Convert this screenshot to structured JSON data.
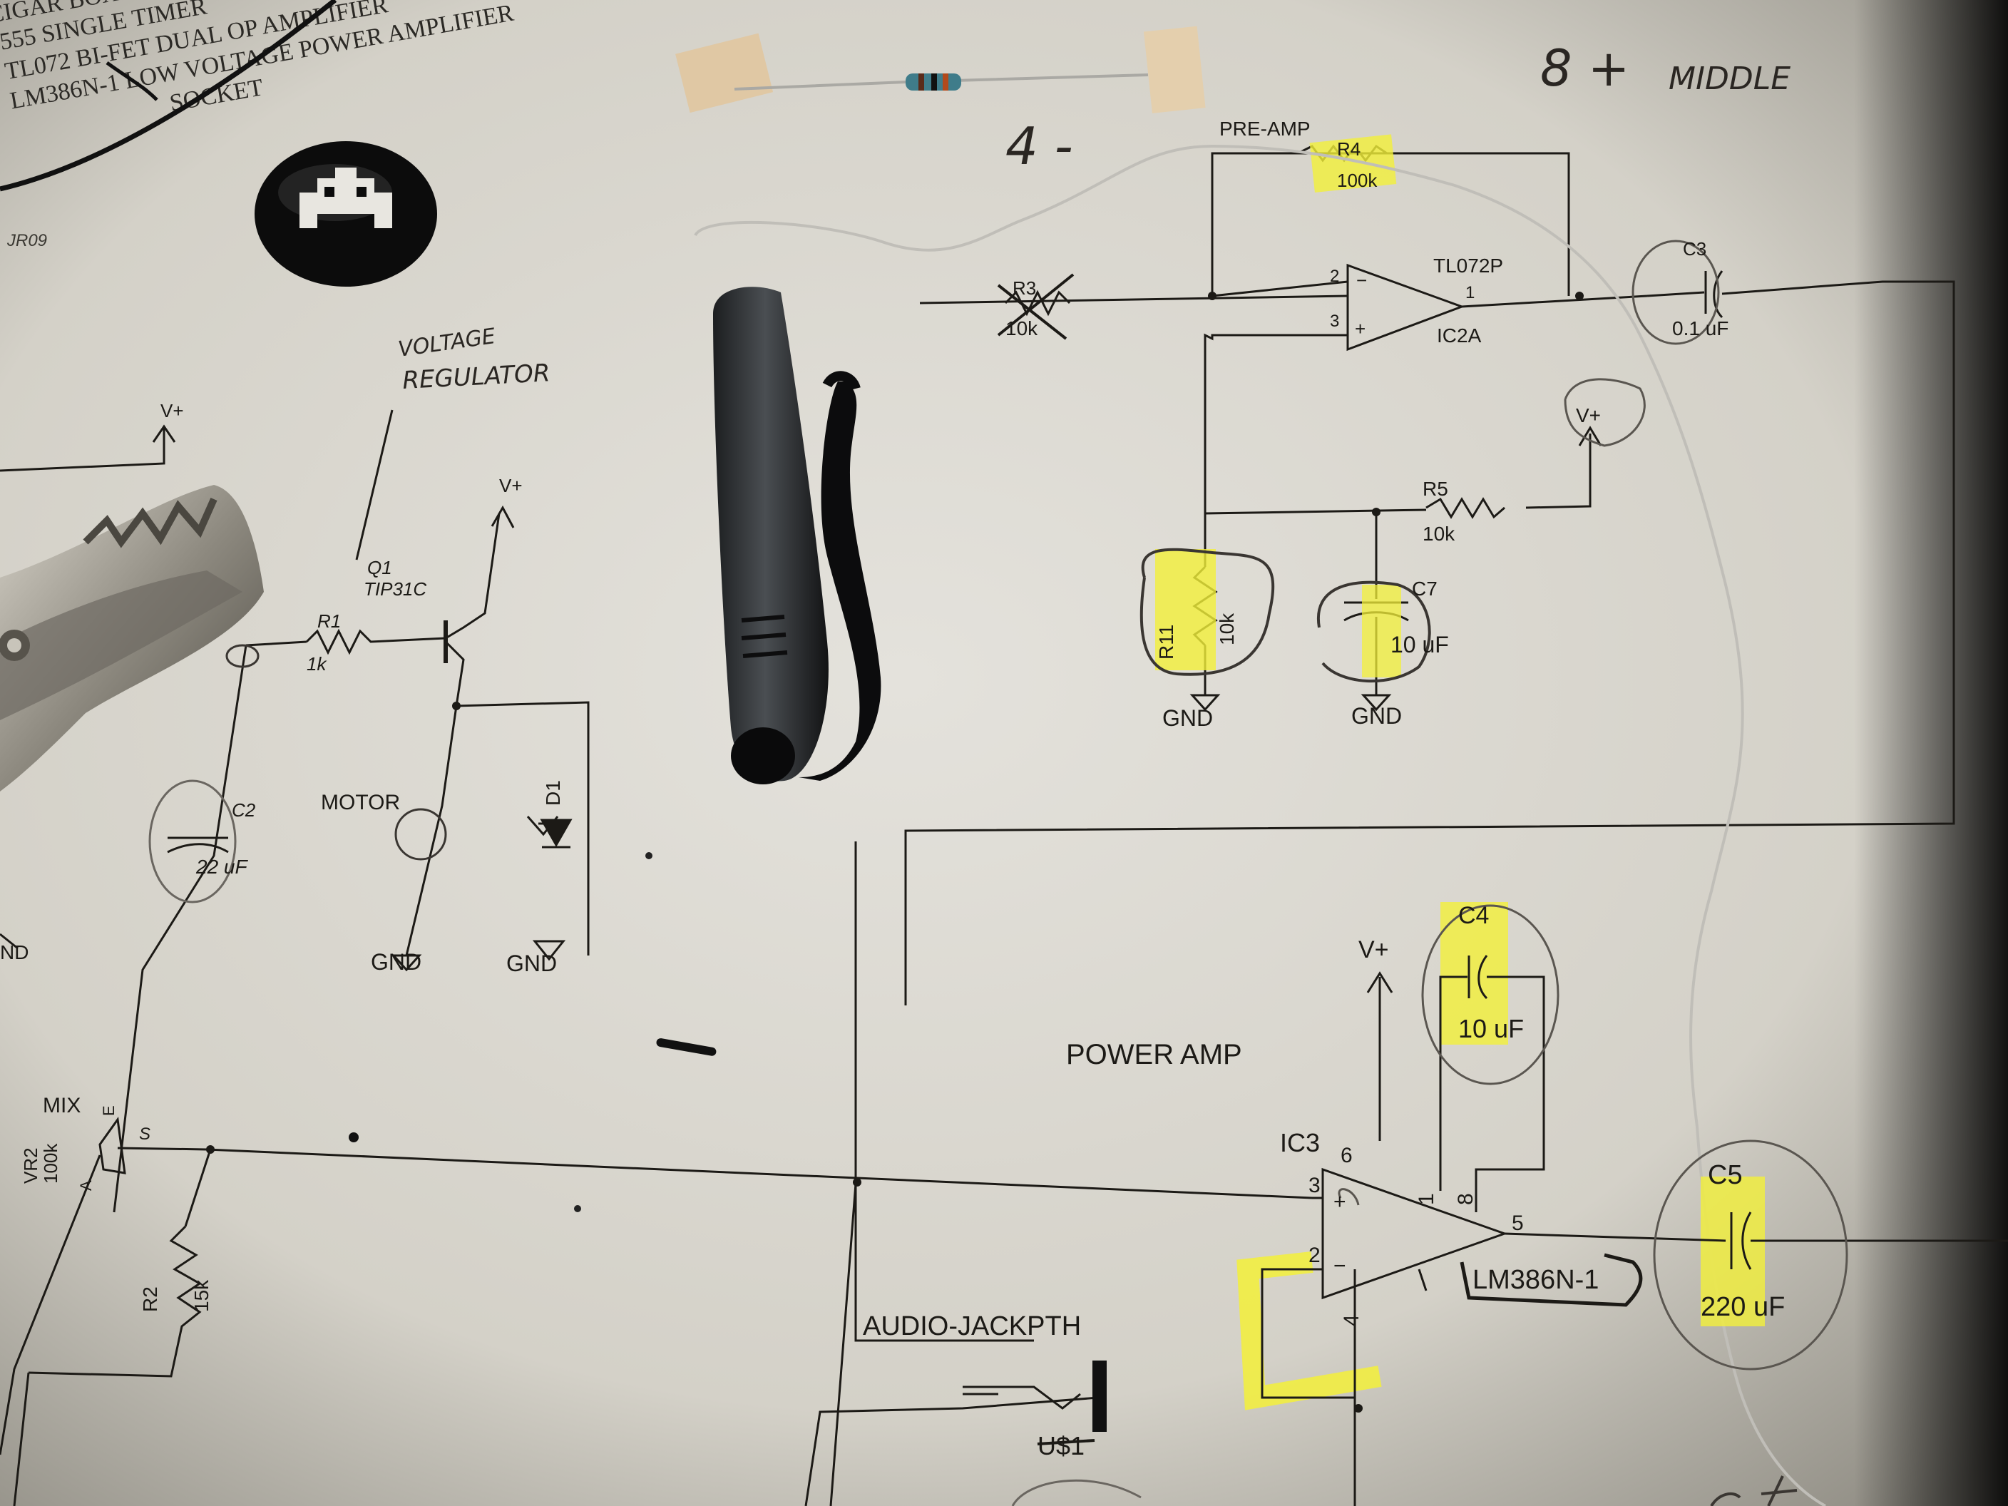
{
  "top_left_list": {
    "lines": [
      "CIGAR BOX",
      "555 SINGLE TIMER",
      "TL072 BI-FET DUAL OP AMPLIFIER",
      "LM386N-1 LOW VOLTAGE POWER AMPLIFIER",
      "SOCKET"
    ],
    "part_ref": "JR09"
  },
  "handwritten": {
    "plus_8": "8 +",
    "middle": "MIDDLE",
    "minus_4": "4 -",
    "voltage_regulator": [
      "VOLTAGE",
      "REGULATOR"
    ]
  },
  "preamp": {
    "title": "PRE-AMP",
    "r4": {
      "ref": "R4",
      "value": "100k"
    },
    "r3": {
      "ref": "R3",
      "value": "10k"
    },
    "ic2a": {
      "part": "TL072P",
      "ref": "IC2A",
      "pin_minus": "2",
      "pin_plus": "3",
      "pin_out": "1"
    },
    "c3": {
      "ref": "C3",
      "value": "0.1 uF"
    },
    "vplus": "V+",
    "r5": {
      "ref": "R5",
      "value": "10k"
    },
    "r11": {
      "ref": "R11",
      "value": "10k"
    },
    "c7": {
      "ref": "C7",
      "value": "10 uF"
    },
    "gnd1": "GND",
    "gnd2": "GND"
  },
  "motor_section": {
    "vplus_left": "V+",
    "vplus_q1": "V+",
    "q1": {
      "ref": "Q1",
      "part": "TIP31C"
    },
    "r1": {
      "ref": "R1",
      "value": "1k"
    },
    "c2": {
      "ref": "C2",
      "value": "22 uF"
    },
    "motor": "MOTOR",
    "d1": "D1",
    "gnd_motor": "GND",
    "gnd_d1": "GND",
    "gnd_left": "ND"
  },
  "mix": {
    "label": "MIX",
    "vr2": {
      "ref": "VR2",
      "value": "100k"
    },
    "pin_e": "E",
    "pin_s": "S",
    "pin_a": "A",
    "r2": {
      "ref": "R2",
      "value": "15k"
    }
  },
  "power_amp": {
    "title": "POWER AMP",
    "vplus": "V+",
    "c4": {
      "ref": "C4",
      "value": "10 uF"
    },
    "ic3": {
      "ref": "IC3",
      "part": "LM386N-1",
      "pins": [
        "6",
        "3",
        "2",
        "4",
        "1",
        "8",
        "5"
      ]
    },
    "c5": {
      "ref": "C5",
      "value": "220 uF"
    },
    "jack": {
      "label": "AUDIO-JACKPTH",
      "ref": "U$1"
    }
  },
  "colors": {
    "paper": "#dcd9d1",
    "highlight": "#f3f03a",
    "ink": "#1c1a16",
    "clip_metal": "#9a958a",
    "pen_body": "#2a2c2e"
  }
}
